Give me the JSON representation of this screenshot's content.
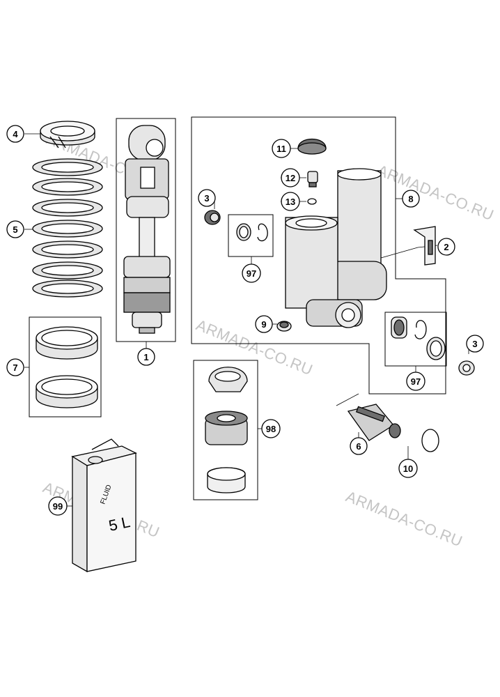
{
  "watermark": "ARMADA-CO.RU",
  "container_label": {
    "line1": "FLUID",
    "line2": "5 L"
  },
  "callouts": {
    "p1": "1",
    "p2": "2",
    "p3a": "3",
    "p3b": "3",
    "p4": "4",
    "p5": "5",
    "p6": "6",
    "p7": "7",
    "p8": "8",
    "p9": "9",
    "p10": "10",
    "p11": "11",
    "p12": "12",
    "p13": "13",
    "p97a": "97",
    "p97b": "97",
    "p98": "98",
    "p99": "99"
  },
  "colors": {
    "line": "#000000",
    "part_fill": "#e6e6e6",
    "dark": "#6e6e6e",
    "watermark": "#c4c4c4"
  }
}
